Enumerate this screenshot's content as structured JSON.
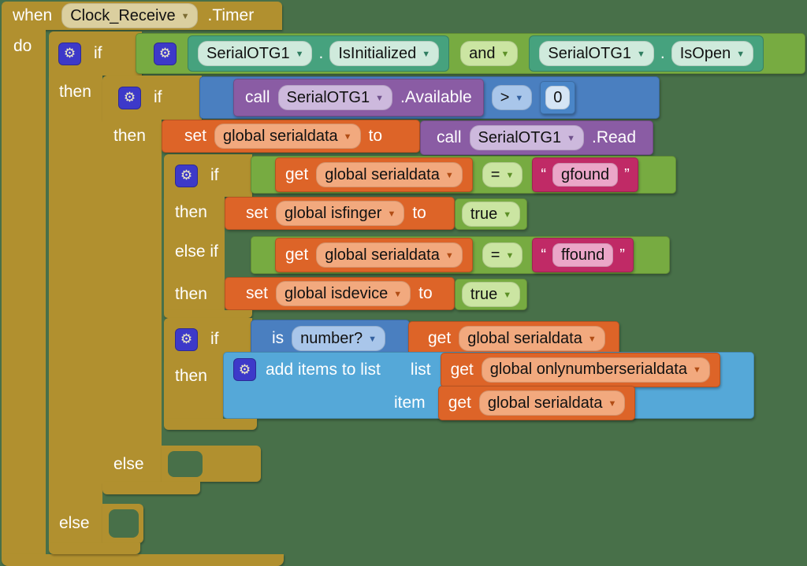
{
  "icons": {
    "gear": "⚙",
    "dropdown_arrow": "▼"
  },
  "when_block": {
    "keyword": "when",
    "component": "Clock_Receive",
    "event": ".Timer",
    "do_label": "do"
  },
  "keywords": {
    "if": "if",
    "then": "then",
    "else": "else",
    "else_if": "else if",
    "set": "set",
    "to": "to",
    "call": "call",
    "get": "get",
    "is": "is",
    "dot": "."
  },
  "logic_and": {
    "operator": "and"
  },
  "serial_checks": {
    "left_component": "SerialOTG1",
    "left_property": "IsInitialized",
    "right_component": "SerialOTG1",
    "right_property": "IsOpen"
  },
  "available_check": {
    "component": "SerialOTG1",
    "method": ".Available",
    "operator": ">",
    "value": "0"
  },
  "set_serialdata": {
    "variable": "global serialdata",
    "component": "SerialOTG1",
    "method": ".Read"
  },
  "gfound_check": {
    "variable": "global serialdata",
    "operator": "=",
    "open_quote": "“",
    "text": "gfound",
    "close_quote": "”"
  },
  "set_isfinger": {
    "variable": "global isfinger",
    "value": "true"
  },
  "ffound_check": {
    "variable": "global serialdata",
    "operator": "=",
    "open_quote": "“",
    "text": "ffound",
    "close_quote": "”"
  },
  "set_isdevice": {
    "variable": "global isdevice",
    "value": "true"
  },
  "number_check": {
    "is_label": "is",
    "dropdown": "number?",
    "variable": "global serialdata"
  },
  "add_items": {
    "label": "add items to list",
    "list_label": "list",
    "list_variable": "global onlynumberserialdata",
    "item_label": "item",
    "item_variable": "global serialdata"
  }
}
